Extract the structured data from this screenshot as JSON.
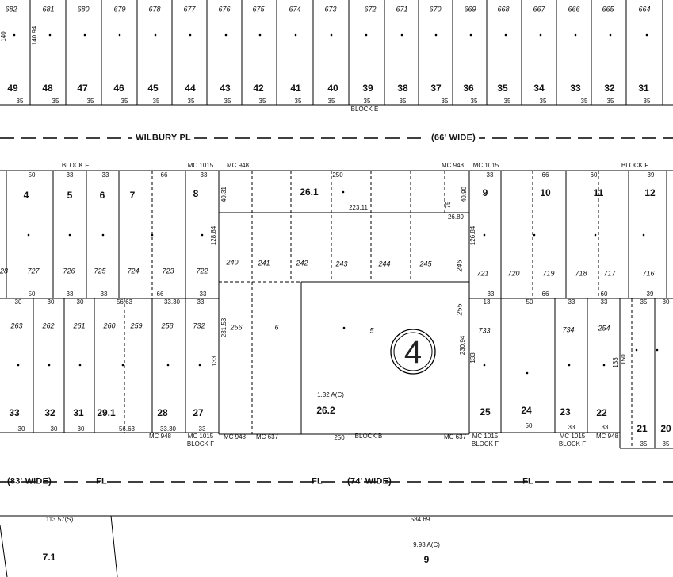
{
  "map": {
    "sheet_number": "4",
    "block_e": {
      "label": "BLOCK E",
      "lot_ids": [
        "682",
        "681",
        "680",
        "679",
        "678",
        "677",
        "676",
        "675",
        "674",
        "673",
        "672",
        "671",
        "670",
        "669",
        "668",
        "667",
        "666",
        "665",
        "664"
      ],
      "lot_numbers": [
        "49",
        "48",
        "47",
        "46",
        "45",
        "44",
        "43",
        "42",
        "41",
        "40",
        "39",
        "38",
        "37",
        "36",
        "35",
        "34",
        "33",
        "32",
        "31"
      ],
      "frontages": [
        "35",
        "35",
        "35",
        "35",
        "35",
        "35",
        "35",
        "35",
        "35",
        "35",
        "35",
        "35",
        "35",
        "35",
        "35",
        "35",
        "35",
        "35",
        "35"
      ],
      "depths": [
        "140",
        "140.94"
      ]
    },
    "streets": {
      "wilbury_pl": {
        "name": "WILBURY PL",
        "width": "(66' WIDE)"
      },
      "south_street": {
        "width_west": "(83' WIDE)",
        "width_east": "(74' WIDE)",
        "flags": [
          "FL",
          "FL",
          "FL"
        ]
      }
    },
    "block_f_top_mc": [
      "MC 1015",
      "MC 948",
      "MC 948",
      "MC 1015"
    ],
    "block_f_west_upper": {
      "label": "BLOCK F",
      "top_dims": [
        "50",
        "33",
        "33",
        "66",
        "33"
      ],
      "lot_numbers": [
        "4",
        "5",
        "6",
        "7",
        "8"
      ],
      "edge_lot_id": "28",
      "lot_ids": [
        "727",
        "726",
        "725",
        "724",
        "723",
        "722"
      ],
      "bottom_dims": [
        "50",
        "33",
        "33",
        "66",
        "33"
      ],
      "depth": "128.84"
    },
    "block_f_west_lower": {
      "top_dims": [
        "30",
        "30",
        "30",
        "56.63",
        "33.30",
        "33"
      ],
      "lot_ids": [
        "263",
        "262",
        "261",
        "260",
        "259",
        "258",
        "732"
      ],
      "lot_numbers": [
        "33",
        "32",
        "31",
        "29.1",
        "28",
        "27"
      ],
      "bottom_dims": [
        "30",
        "30",
        "30",
        "56.63",
        "33.30",
        "33"
      ],
      "mc_labels": [
        "MC 948",
        "MC 1015"
      ],
      "label": "BLOCK F"
    },
    "center_parcel": {
      "parcel_26_1": {
        "number": "26.1",
        "top_dim": "250",
        "inner_dim": "223.11",
        "left_depth": "40.31",
        "right_depth": "40.90",
        "notch_depth": "75",
        "notch_width": "26.89"
      },
      "upper_lot_ids": [
        "240",
        "241",
        "242",
        "243",
        "244",
        "245"
      ],
      "upper_lot_id_vertical": "246",
      "lower_lot_ids": [
        "256",
        "6",
        "5"
      ],
      "lower_lot_id_vertical": "255",
      "left_depth": "231.53",
      "right_depth": "230.94",
      "left_depth_short": "133",
      "parcel_26_2": {
        "area": "1.32 A(C)",
        "number": "26.2"
      },
      "bottom_dim": "250",
      "block_label": "BLOCK B",
      "mc_labels": [
        "MC 948",
        "MC 637",
        "MC 637"
      ]
    },
    "block_f_east_upper": {
      "label": "BLOCK F",
      "top_dims": [
        "33",
        "66",
        "60",
        "39"
      ],
      "lot_numbers": [
        "9",
        "10",
        "11",
        "12"
      ],
      "lot_ids": [
        "721",
        "720",
        "719",
        "718",
        "717",
        "716"
      ],
      "bottom_dims": [
        "33",
        "66",
        "60",
        "39"
      ],
      "depth": "126.84"
    },
    "block_f_east_lower": {
      "top_dims": [
        "13",
        "50",
        "33",
        "33",
        "35",
        "30"
      ],
      "lot_ids": [
        "733",
        "734",
        "254"
      ],
      "depths": [
        "133",
        "133",
        "150"
      ],
      "lot_numbers": [
        "25",
        "24",
        "23",
        "22",
        "21",
        "20"
      ],
      "bottom_dims": [
        "50",
        "33",
        "33",
        "35",
        "35"
      ],
      "mc_labels": [
        "MC 1015",
        "MC 1015",
        "MC 948"
      ],
      "labels": [
        "BLOCK F",
        "BLOCK F"
      ]
    },
    "south_block": {
      "frontage_left": "113.57(S)",
      "frontage_right": "584.69",
      "lot_left": "7.1",
      "area": "9.93 A(C)",
      "lot_right": "9"
    }
  }
}
